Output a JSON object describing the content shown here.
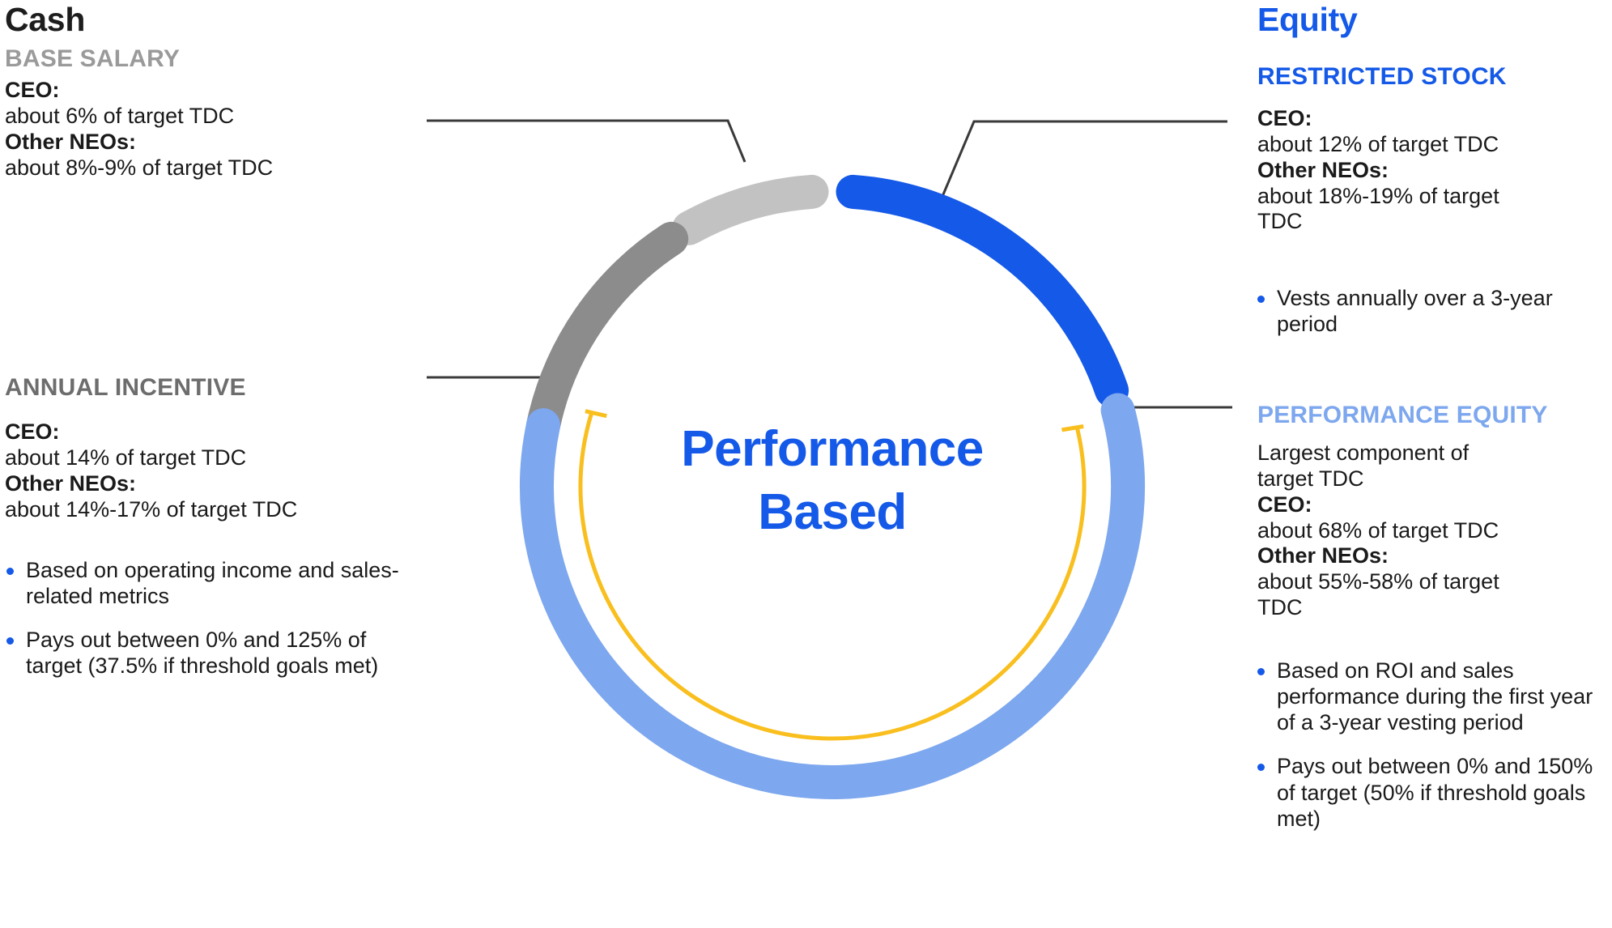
{
  "left_column": {
    "group_title": "Cash",
    "sections": [
      {
        "heading": "BASE SALARY",
        "lines": [
          {
            "text": "CEO:",
            "bold": true
          },
          {
            "text": "about 6% of target TDC",
            "bold": false
          },
          {
            "text": "Other NEOs:",
            "bold": true
          },
          {
            "text": "about 8%-9% of target TDC",
            "bold": false
          }
        ],
        "bullets": []
      },
      {
        "heading": "ANNUAL INCENTIVE",
        "lines": [
          {
            "text": "CEO:",
            "bold": true
          },
          {
            "text": "about 14% of target TDC",
            "bold": false
          },
          {
            "text": "Other NEOs:",
            "bold": true
          },
          {
            "text": "about 14%-17% of target TDC",
            "bold": false
          }
        ],
        "bullets": [
          "Based on operating income and sales-related metrics",
          "Pays out between 0% and 125% of target (37.5% if threshold goals met)"
        ]
      }
    ]
  },
  "right_column": {
    "group_title": "Equity",
    "sections": [
      {
        "heading": "RESTRICTED STOCK",
        "lines": [
          {
            "text": "CEO:",
            "bold": true
          },
          {
            "text": "about 12% of target TDC",
            "bold": false
          },
          {
            "text": "Other NEOs:",
            "bold": true
          },
          {
            "text": "about 18%-19% of target",
            "bold": false
          },
          {
            "text": "TDC",
            "bold": false
          }
        ],
        "bullets": [
          "Vests annually over a 3-year period"
        ]
      },
      {
        "heading": "PERFORMANCE EQUITY",
        "lines": [
          {
            "text": "Largest component of",
            "bold": false
          },
          {
            "text": "target TDC",
            "bold": false
          },
          {
            "text": "CEO:",
            "bold": true
          },
          {
            "text": "about 68% of target TDC",
            "bold": false
          },
          {
            "text": "Other NEOs:",
            "bold": true
          },
          {
            "text": "about 55%-58% of target",
            "bold": false
          },
          {
            "text": "TDC",
            "bold": false
          }
        ],
        "bullets": [
          "Based on ROI and sales performance during the first year of a 3-year vesting period",
          "Pays out between 0% and 150% of target (50% if threshold goals met)"
        ]
      }
    ]
  },
  "donut": {
    "center_label_line1": "Performance",
    "center_label_line2": "Based"
  },
  "chart_data": {
    "type": "pie",
    "title": "Performance Based",
    "subtype": "donut",
    "categories": [
      "Base Salary",
      "Annual Incentive",
      "Restricted Stock",
      "Performance Equity"
    ],
    "values": [
      6,
      14,
      12,
      68
    ],
    "value_unit": "% of target TDC (CEO)",
    "series": [
      {
        "name": "CEO",
        "values": [
          6,
          14,
          12,
          68
        ]
      },
      {
        "name": "Other NEOs (low)",
        "values": [
          8,
          14,
          18,
          55
        ]
      },
      {
        "name": "Other NEOs (high)",
        "values": [
          9,
          17,
          19,
          58
        ]
      }
    ],
    "colors": [
      "#c2c2c2",
      "#8c8c8c",
      "#1559e8",
      "#7da7ee"
    ],
    "accent_color": "#1559e8",
    "performance_arc_color": "#f9bf1f",
    "performance_arc_label": "Performance Based portion (Annual Incentive + Performance Equity)",
    "legend": "external callout labels",
    "grid": false
  },
  "colors": {
    "base_salary": "#c2c2c2",
    "annual_incentive": "#8c8c8c",
    "restricted_stock": "#1559e8",
    "performance_equity": "#7da7ee",
    "yellow_arc": "#f9bf1f",
    "leader_line": "#3a3a3a",
    "text": "#1a1a1a"
  }
}
